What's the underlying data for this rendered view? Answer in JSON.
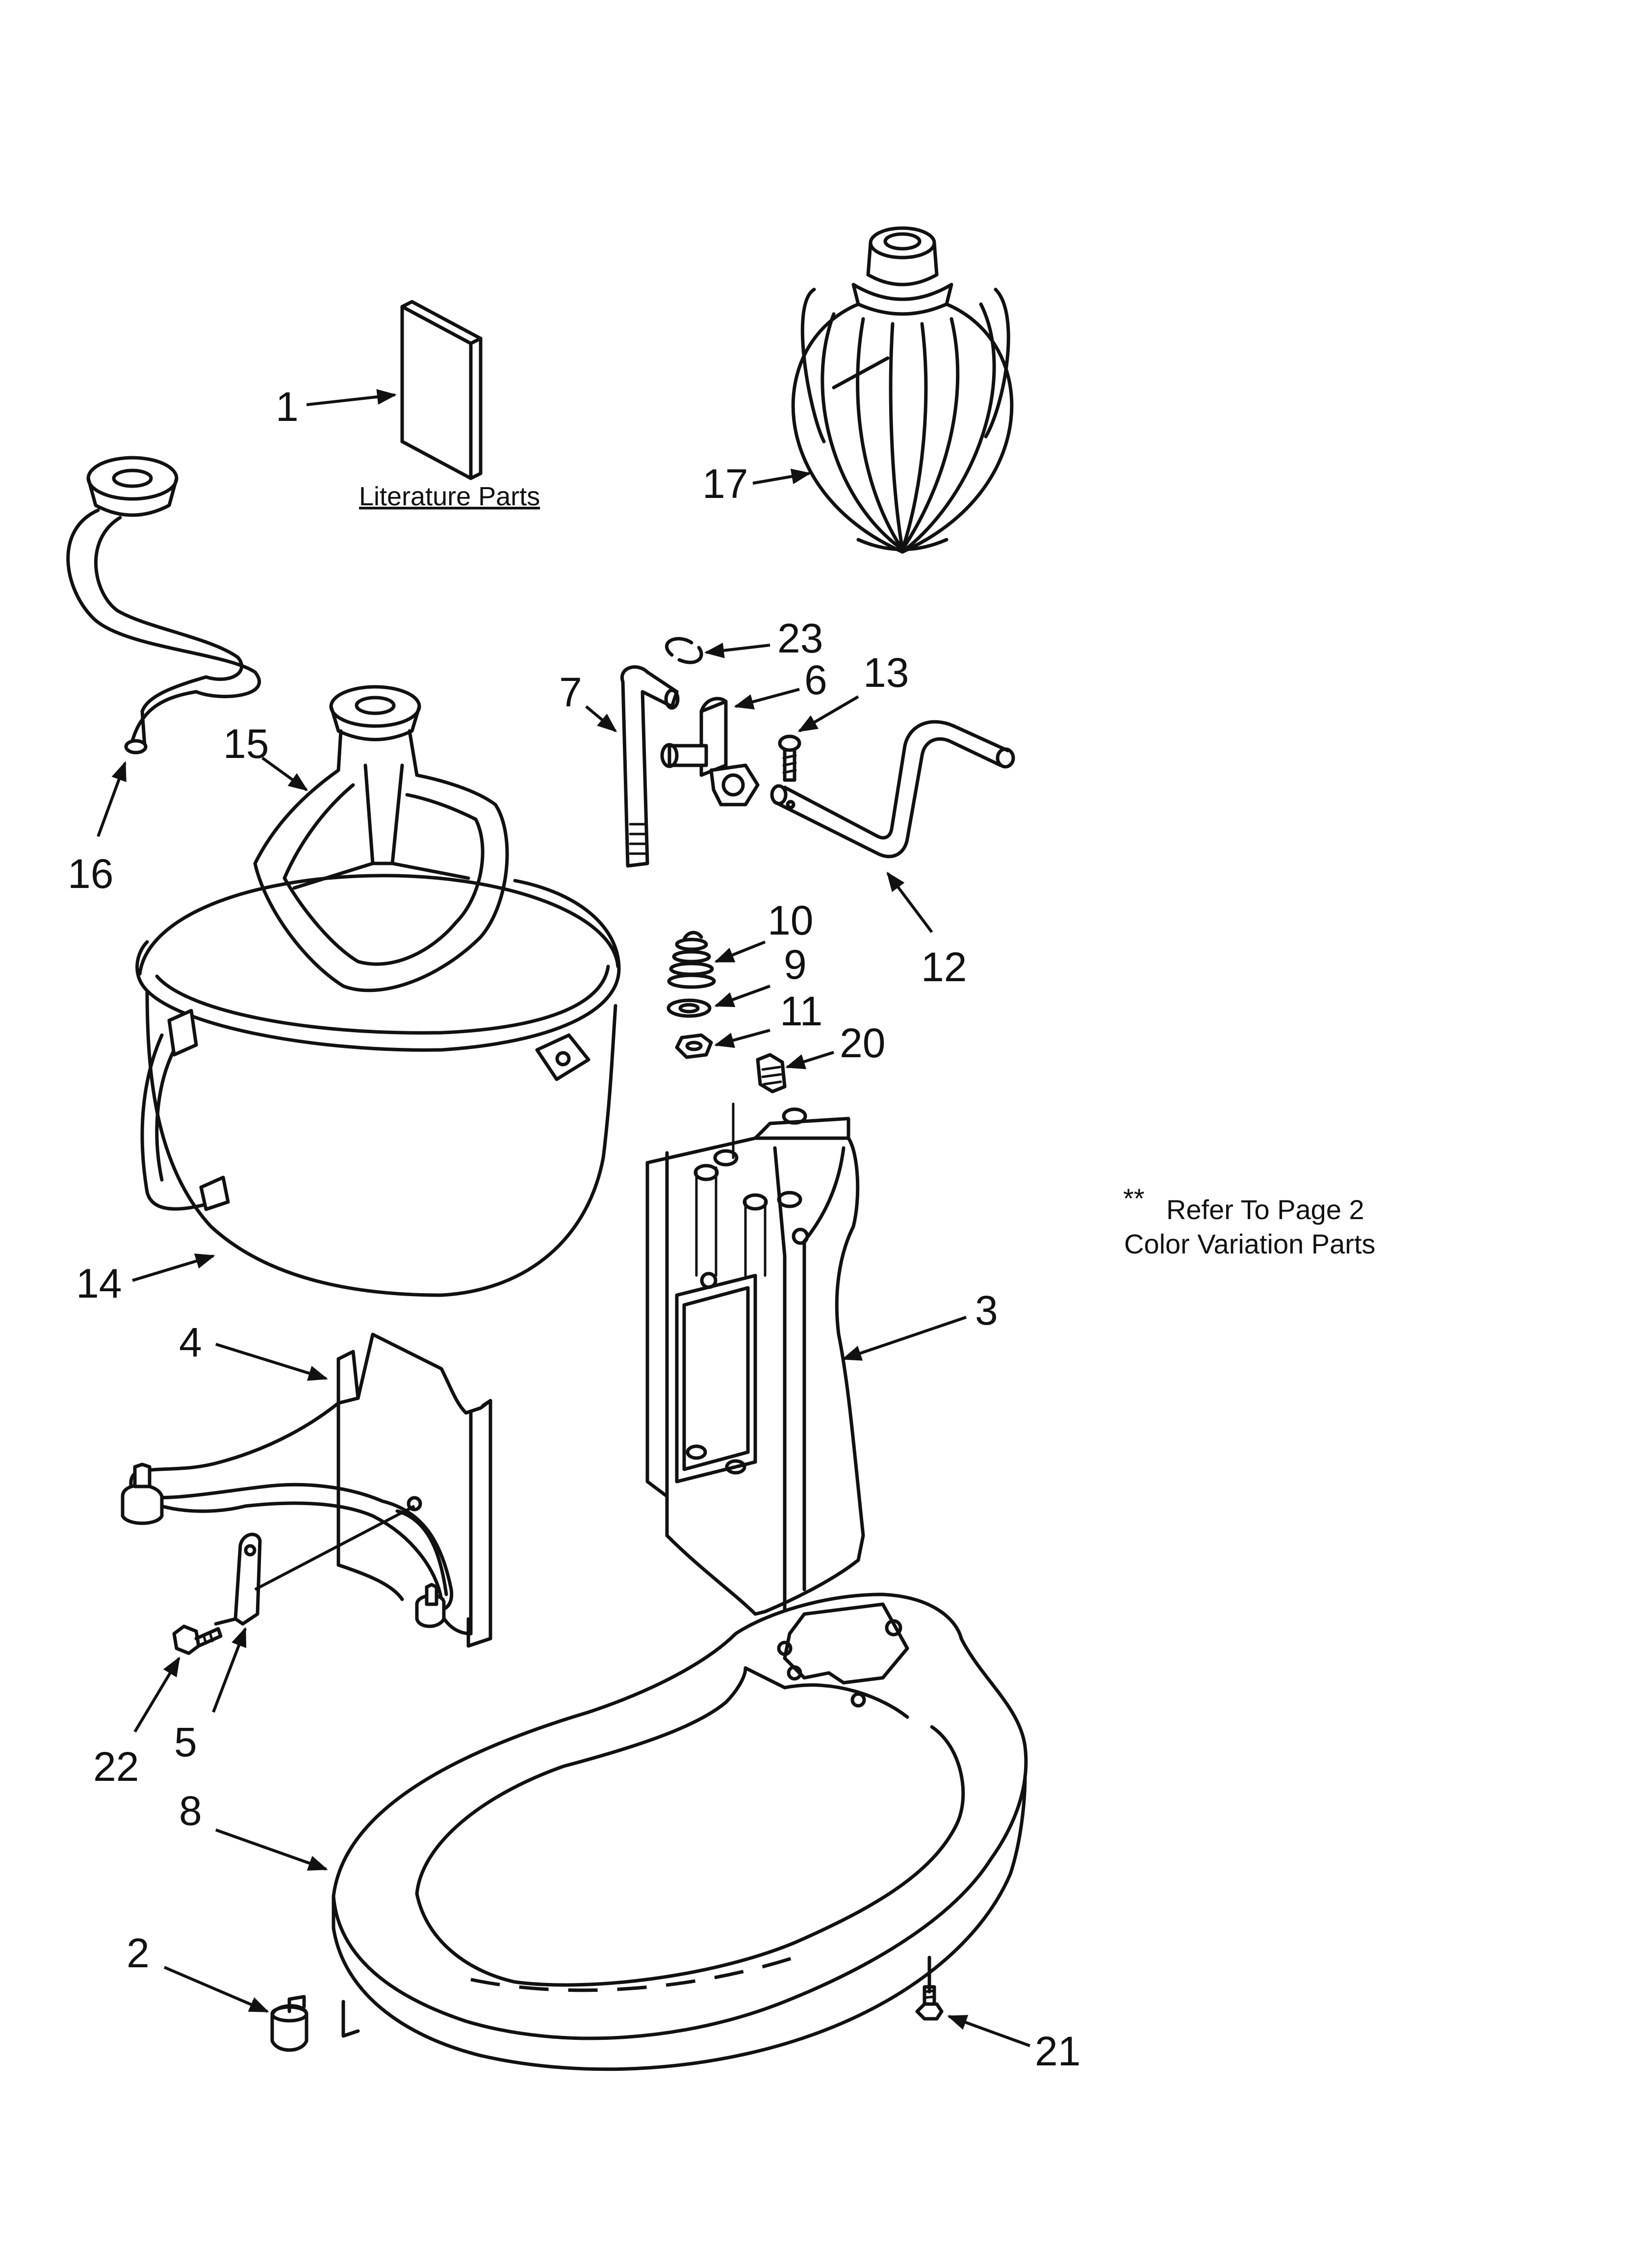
{
  "captions": {
    "literature": "Literature Parts"
  },
  "note": {
    "stars": "**",
    "line1": "Refer To Page 2",
    "line2": "Color Variation Parts"
  },
  "callouts": {
    "c1": "1",
    "c2": "2",
    "c3": "3",
    "c4": "4",
    "c5": "5",
    "c6": "6",
    "c7": "7",
    "c8": "8",
    "c9": "9",
    "c10": "10",
    "c11": "11",
    "c12": "12",
    "c13": "13",
    "c14": "14",
    "c15": "15",
    "c16": "16",
    "c17": "17",
    "c20": "20",
    "c21": "21",
    "c22": "22",
    "c23": "23"
  },
  "colors": {
    "line": "#111111",
    "background": "#ffffff"
  }
}
